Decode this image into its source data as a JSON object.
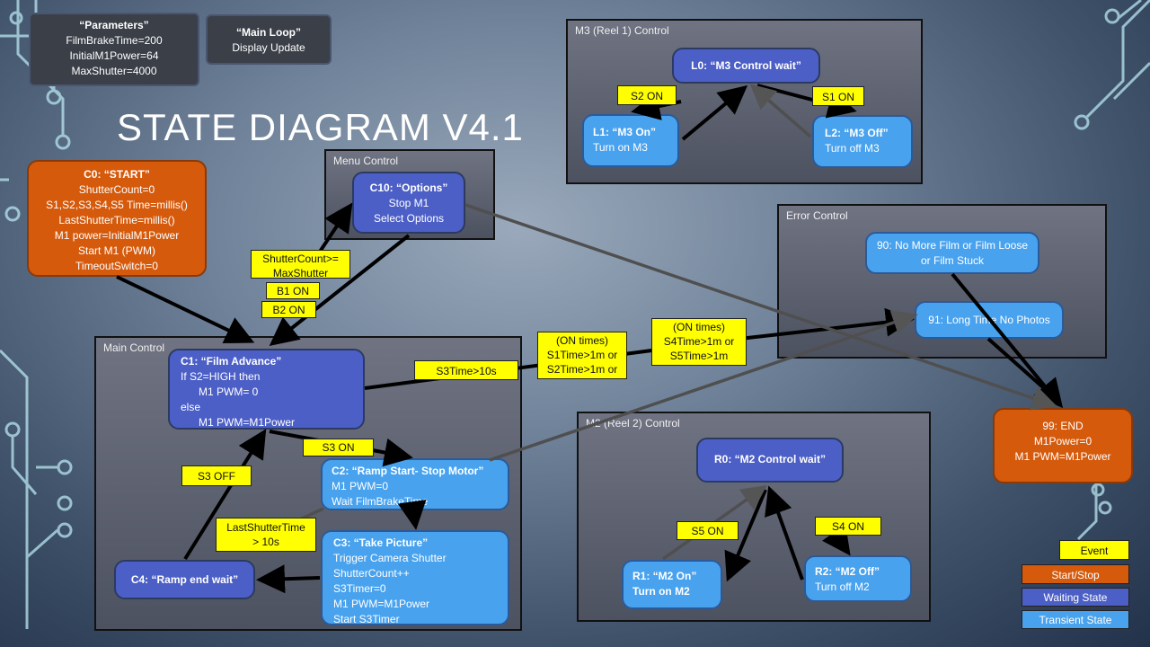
{
  "title": "STATE DIAGRAM V4.1",
  "params": {
    "title": "“Parameters”",
    "lines": [
      "FilmBrakeTime=200",
      "InitialM1Power=64",
      "MaxShutter=4000"
    ]
  },
  "mainloop": {
    "title": "“Main Loop”",
    "line": "Display Update"
  },
  "c0": {
    "title": "C0: “START”",
    "lines": [
      "ShutterCount=0",
      "S1,S2,S3,S4,S5 Time=millis()",
      "LastShutterTime=millis()",
      "M1 power=InitialM1Power",
      "Start M1 (PWM)",
      "TimeoutSwitch=0"
    ]
  },
  "menu": {
    "label": "Menu Control",
    "c10": {
      "title": "C10: “Options”",
      "lines": [
        "Stop M1",
        "Select Options"
      ]
    }
  },
  "m3": {
    "label": "M3 (Reel 1) Control",
    "l0": "L0: “M3 Control wait”",
    "l1": {
      "title": "L1: “M3 On”",
      "line": "Turn on M3"
    },
    "l2": {
      "title": "L2: “M3 Off”",
      "line": "Turn off M3"
    },
    "s2on": "S2 ON",
    "s1on": "S1 ON"
  },
  "error": {
    "label": "Error Control",
    "e90": "90: No More Film or Film Loose or Film Stuck",
    "e91": "91: Long Time No Photos"
  },
  "main": {
    "label": "Main Control",
    "c1": {
      "title": "C1: “Film Advance”",
      "lines": [
        "If S2=HIGH then",
        "M1 PWM= 0",
        "else",
        "M1 PWM=M1Power"
      ]
    },
    "c2": {
      "title": "C2: “Ramp Start- Stop Motor”",
      "lines": [
        "M1 PWM=0",
        "Wait FilmBrakeTime"
      ]
    },
    "c3": {
      "title": "C3: “Take Picture”",
      "lines": [
        "Trigger Camera Shutter",
        "ShutterCount++",
        "S3Timer=0",
        "M1 PWM=M1Power",
        "Start S3Timer"
      ]
    },
    "c4": {
      "title": "C4: “Ramp end wait”"
    }
  },
  "m2": {
    "label": "M2 (Reel 2) Control",
    "r0": "R0: “M2 Control  wait”",
    "r1": {
      "title": "R1: “M2 On”",
      "line": "Turn on M2"
    },
    "r2": {
      "title": "R2: “M2 Off”",
      "line": "Turn off M2"
    },
    "s5on": "S5 ON",
    "s4on": "S4 ON"
  },
  "end": {
    "title": "99: END",
    "lines": [
      "M1Power=0",
      "M1 PWM=M1Power"
    ]
  },
  "events": {
    "shuttercount": [
      "ShutterCount>=",
      "MaxShutter"
    ],
    "b1on": "B1 ON",
    "b2on": "B2 ON",
    "s3time": "S3Time>10s",
    "ontimes1": [
      "(ON times)",
      "S1Time>1m or",
      "S2Time>1m or"
    ],
    "ontimes2": [
      "(ON times)",
      "S4Time>1m or",
      "S5Time>1m"
    ],
    "s3on": "S3 ON",
    "s3off": "S3 OFF",
    "lastshutter": [
      "LastShutterTime",
      "> 10s"
    ]
  },
  "legend": {
    "event": "Event",
    "startstop": "Start/Stop",
    "waiting": "Waiting State",
    "transient": "Transient State"
  },
  "colors": {
    "event": "#ffff00",
    "startstop": "#d55a0c",
    "waiting": "#4c5fc6",
    "transient": "#48a2ee"
  }
}
